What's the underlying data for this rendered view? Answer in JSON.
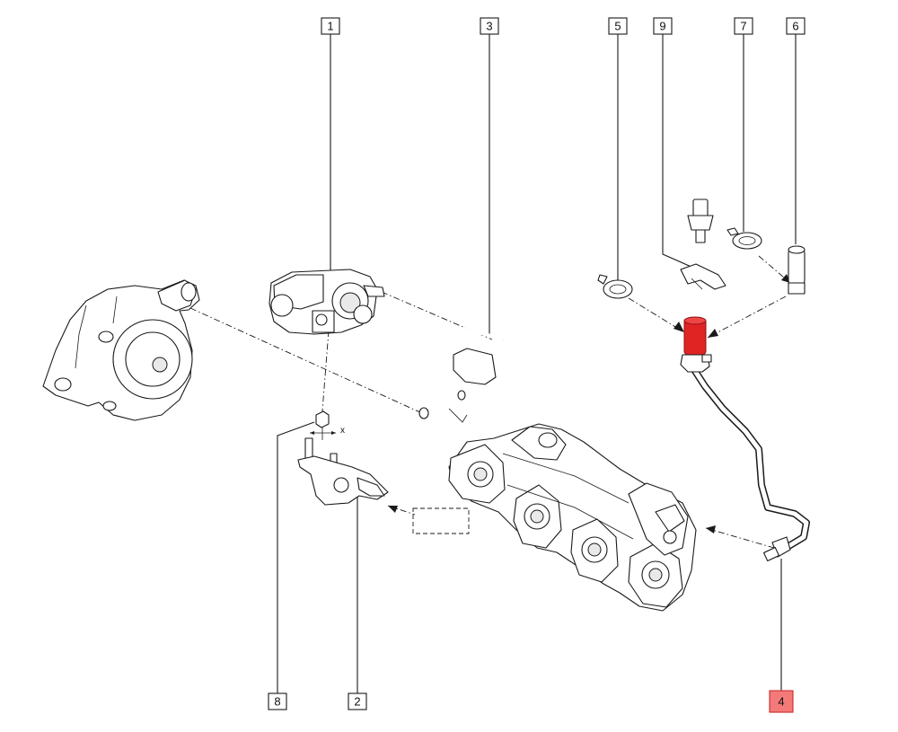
{
  "callouts": [
    {
      "id": "1",
      "label": "1"
    },
    {
      "id": "2",
      "label": "2"
    },
    {
      "id": "3",
      "label": "3"
    },
    {
      "id": "4",
      "label": "4"
    },
    {
      "id": "5",
      "label": "5"
    },
    {
      "id": "6",
      "label": "6"
    },
    {
      "id": "7",
      "label": "7"
    },
    {
      "id": "8",
      "label": "8"
    },
    {
      "id": "9",
      "label": "9"
    }
  ],
  "dimension_mark": "x",
  "colors": {
    "highlight_part": "#e02424",
    "highlight_callout_fill": "#f47a7a",
    "line": "#1a1a1a",
    "background": "#ffffff"
  },
  "highlighted_callout": "4"
}
